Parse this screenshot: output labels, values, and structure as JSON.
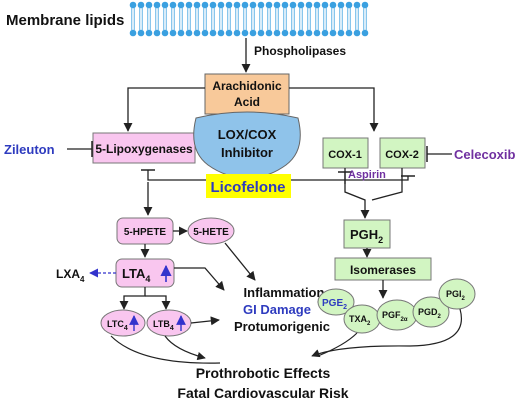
{
  "diagram": {
    "membrane_lipids": "Membrane lipids",
    "phospholipases": "Phospholipases",
    "arachidonic": "Arachidonic",
    "acid": "Acid",
    "lipoxygenases": "5-Lipoxygenases",
    "lox_cox": "LOX/COX",
    "inhibitor": "Inhibitor",
    "cox1": "COX-1",
    "cox2": "COX-2",
    "zileuton": "Zileuton",
    "celecoxib": "Celecoxib",
    "licofelone": "Licofelone",
    "aspirin": "Aspirin",
    "hpete": "5-HPETE",
    "hete": "5-HETE",
    "pgh": "PGH",
    "pgh_sub": "2",
    "lxa": "LXA",
    "lxa_sub": "4",
    "lta": "LTA",
    "lta_sub": "4",
    "ltc": "LTC",
    "ltc_sub": "4",
    "ltb": "LTB",
    "ltb_sub": "4",
    "isomerases": "Isomerases",
    "inflammation": "Inflammation",
    "gi_damage": "GI Damage",
    "protumorigenic": "Protumorigenic",
    "pge": "PGE",
    "pge_sub": "2",
    "txa": "TXA",
    "txa_sub": "2",
    "pgf": "PGF",
    "pgf_sub": "2α",
    "pgd": "PGD",
    "pgd_sub": "2",
    "pgi": "PGI",
    "pgi_sub": "2",
    "prothrombotic": "Prothrobotic Effects",
    "fatal_cv_risk": "Fatal Cardiovascular Risk"
  },
  "colors": {
    "pink_fill": "#f9c6ef",
    "green_fill": "#d2f5c2",
    "orange_fill": "#f8c99a",
    "blue_fill": "#8fc3ea",
    "yellow_fill": "#ffff00",
    "membrane_blue": "#3aa0e0",
    "drug_blue": "#2e3bbf",
    "drug_purple": "#7030a0",
    "up_arrow": "#3333cc"
  }
}
